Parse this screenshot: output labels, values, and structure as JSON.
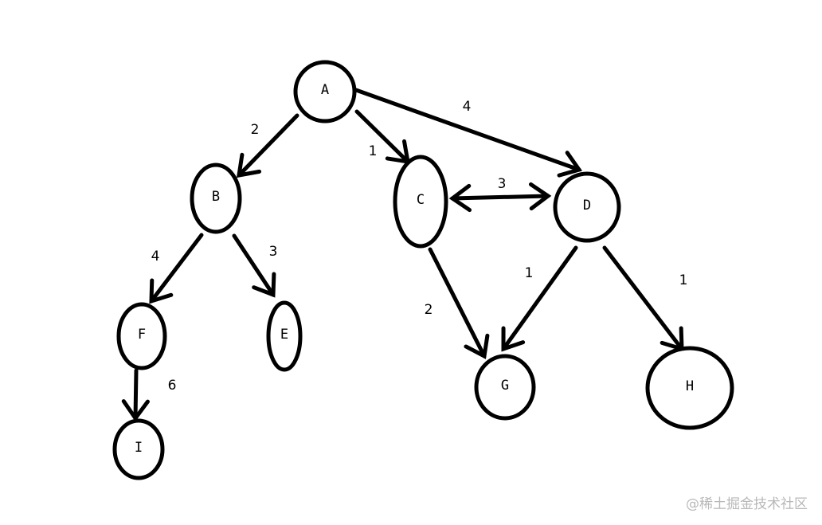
{
  "diagram": {
    "type": "weighted-directed-graph",
    "nodes": [
      {
        "id": "A",
        "label": "A"
      },
      {
        "id": "B",
        "label": "B"
      },
      {
        "id": "C",
        "label": "C"
      },
      {
        "id": "D",
        "label": "D"
      },
      {
        "id": "E",
        "label": "E"
      },
      {
        "id": "F",
        "label": "F"
      },
      {
        "id": "G",
        "label": "G"
      },
      {
        "id": "H",
        "label": "H"
      },
      {
        "id": "I",
        "label": "I"
      }
    ],
    "edges": [
      {
        "from": "A",
        "to": "B",
        "weight": "2",
        "bidirectional": false
      },
      {
        "from": "A",
        "to": "C",
        "weight": "1",
        "bidirectional": false
      },
      {
        "from": "A",
        "to": "D",
        "weight": "4",
        "bidirectional": false
      },
      {
        "from": "C",
        "to": "D",
        "weight": "3",
        "bidirectional": true
      },
      {
        "from": "B",
        "to": "F",
        "weight": "4",
        "bidirectional": false
      },
      {
        "from": "B",
        "to": "E",
        "weight": "3",
        "bidirectional": false
      },
      {
        "from": "F",
        "to": "I",
        "weight": "6",
        "bidirectional": false
      },
      {
        "from": "C",
        "to": "G",
        "weight": "2",
        "bidirectional": false
      },
      {
        "from": "D",
        "to": "G",
        "weight": "1",
        "bidirectional": false
      },
      {
        "from": "D",
        "to": "H",
        "weight": "1",
        "bidirectional": false
      }
    ]
  },
  "watermark": "@稀土掘金技术社区"
}
